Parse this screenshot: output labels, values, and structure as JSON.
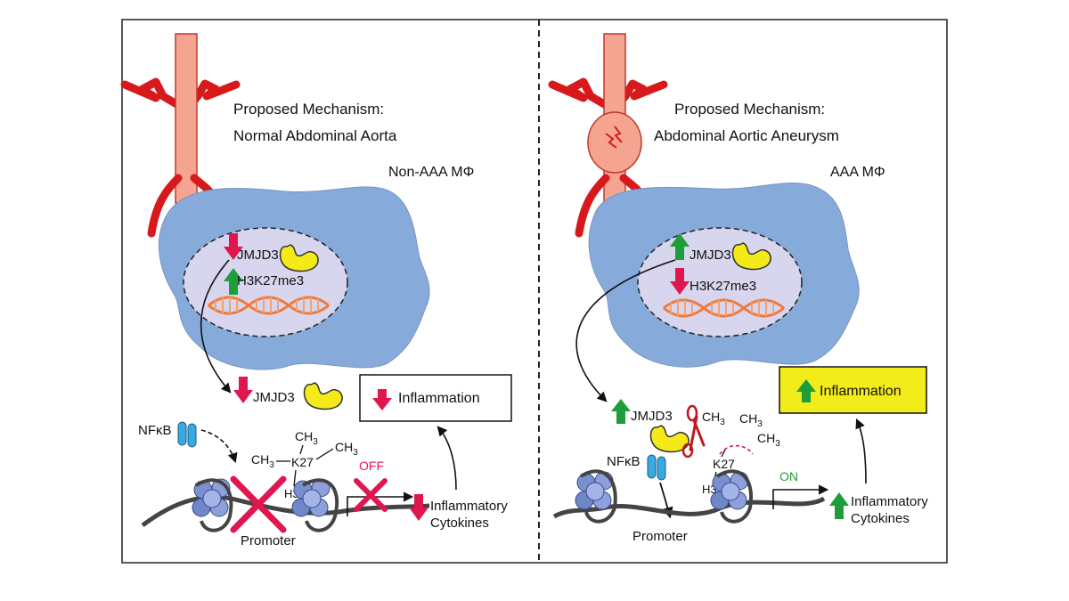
{
  "colors": {
    "aorta": "#f4a490",
    "aorta_outline": "#c0392b",
    "artery": "#d7191c",
    "cell": "#86aad9",
    "nucleus": "#d8d6ee",
    "down_arrow": "#e0174f",
    "up_arrow": "#1e9e3a",
    "jmjd3": "#f4ea1a",
    "nfkb": "#3aa9e0",
    "nucleosome": "#6f86c8",
    "highlight_box": "#f2ec1a",
    "off_text": "#e0174f",
    "on_text": "#1e9e3a"
  },
  "left": {
    "title_line1": "Proposed Mechanism:",
    "title_line2": "Normal Abdominal Aorta",
    "cell_label": "Non-AAA MΦ",
    "jmjd3": "JMJD3",
    "h3k27": "H3K27me3",
    "jmjd3_cytoplasm": "JMJD3",
    "inflammation": "Inflammation",
    "nfkb": "NFκB",
    "ch3_top": "CH",
    "ch3_right": "CH",
    "ch3_left": "CH",
    "sub3": "3",
    "k27": "K27",
    "h3": "H3",
    "off": "OFF",
    "promoter": "Promoter",
    "cytokines_line1": "Inflammatory",
    "cytokines_line2": "Cytokines"
  },
  "right": {
    "title_line1": "Proposed Mechanism:",
    "title_line2": "Abdominal Aortic Aneurysm",
    "cell_label": "AAA MΦ",
    "jmjd3": "JMJD3",
    "h3k27": "H3K27me3",
    "jmjd3_cytoplasm": "JMJD3",
    "inflammation": "Inflammation",
    "nfkb": "NFκB",
    "ch3_a": "CH",
    "ch3_b": "CH",
    "ch3_c": "CH",
    "sub3": "3",
    "k27": "K27",
    "h3": "H3",
    "on": "ON",
    "promoter": "Promoter",
    "cytokines_line1": "Inflammatory",
    "cytokines_line2": "Cytokines"
  }
}
